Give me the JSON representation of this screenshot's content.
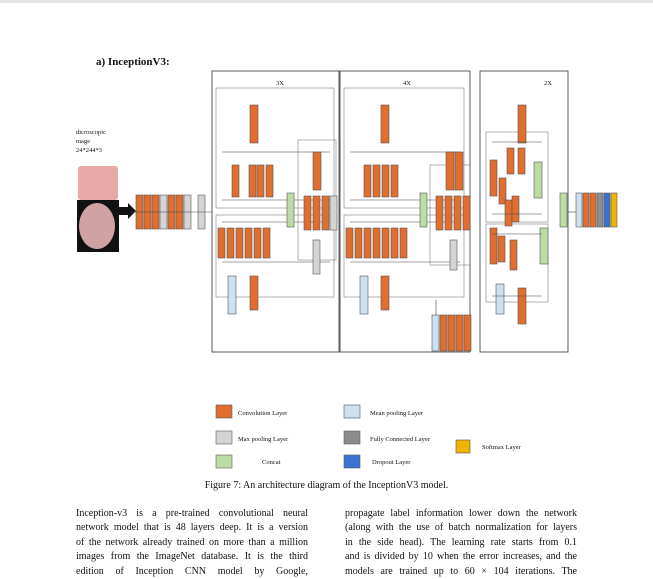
{
  "figure": {
    "title": "a)  InceptionV3:",
    "input_label_lines": [
      "dicroscopic",
      "mage",
      "24*244*3"
    ],
    "repeat_labels": [
      "3X",
      "4X",
      "2X"
    ],
    "caption": "Figure 7: An architecture diagram of the InceptionV3 model.",
    "colors": {
      "conv": "#e06e2e",
      "pool_max": "#d4d4d4",
      "pool_mean": "#cde0f0",
      "concat": "#bcdca5",
      "fully_connected": "#8c8c8c",
      "dropout": "#3b74d0",
      "softmax": "#f0b400"
    },
    "legend": [
      {
        "key": "conv",
        "label": "Convolution Layer"
      },
      {
        "key": "pool_mean",
        "label": "Mean pooling Layer"
      },
      {
        "key": "pool_max",
        "label": "Max pooling Layer"
      },
      {
        "key": "fully_connected",
        "label": "Fully Connected Layer"
      },
      {
        "key": "softmax",
        "label": "Softmax Layer"
      },
      {
        "key": "concat",
        "label": "Concat"
      },
      {
        "key": "dropout",
        "label": "Dropout Layer"
      }
    ]
  },
  "body_text": {
    "left_lines": [
      "Inception-v3 is a pre-trained convolutional neural",
      "network model that is 48 layers deep. It is a version",
      "of the network already trained on more than a million",
      "images from the ImageNet database. It is the third",
      "edition of Inception CNN model by Google,"
    ],
    "right_lines": [
      "propagate label information lower down the network",
      "(along with the use of batch normalization for layers",
      "in the side head). The learning rate starts from 0.1",
      "and is divided by 10 when the error increases, and the",
      "models are trained up to 60 × 104 iterations. The"
    ]
  }
}
